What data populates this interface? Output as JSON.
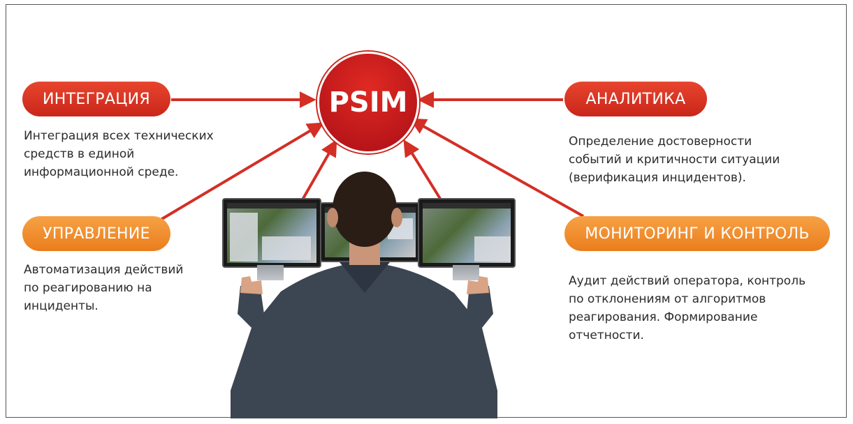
{
  "center": {
    "label": "PSIM"
  },
  "blocks": {
    "integration": {
      "title": "ИНТЕГРАЦИЯ",
      "text": "Интеграция всех технических\nсредств в единой\nинформационной среде."
    },
    "analytics": {
      "title": "АНАЛИТИКА",
      "text": "Определение достоверности\nсобытий и критичности ситуации\n(верификация инцидентов)."
    },
    "management": {
      "title": "УПРАВЛЕНИЕ",
      "text": "Автоматизация действий\nпо реагированию на\nинциденты."
    },
    "monitoring": {
      "title": "МОНИТОРИНГ И КОНТРОЛЬ",
      "text": "Аудит действий оператора, контроль\nпо отклонениям от алгоритмов\nреагирования. Формирование\nотчетности."
    }
  },
  "colors": {
    "red": "#d3301f",
    "orange": "#f08a2a",
    "arrow": "#d32f25",
    "text": "#2b2b2b"
  },
  "illustration": "operator-at-three-monitors"
}
